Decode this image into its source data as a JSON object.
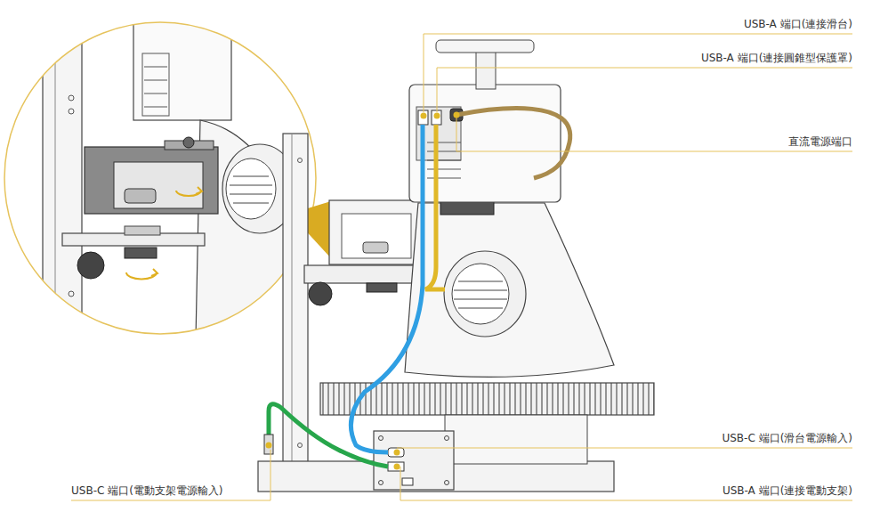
{
  "diagram": {
    "labels": [
      "USB-A 端口(連接滑台)",
      "USB-A 端口(連接圓錐型保護罩)",
      "直流電源端口",
      "USB-C 端口(滑台電源輸入)",
      "USB-A 端口(連接電動支架)",
      "USB-C 端口(電動支架電源輸入)"
    ]
  }
}
